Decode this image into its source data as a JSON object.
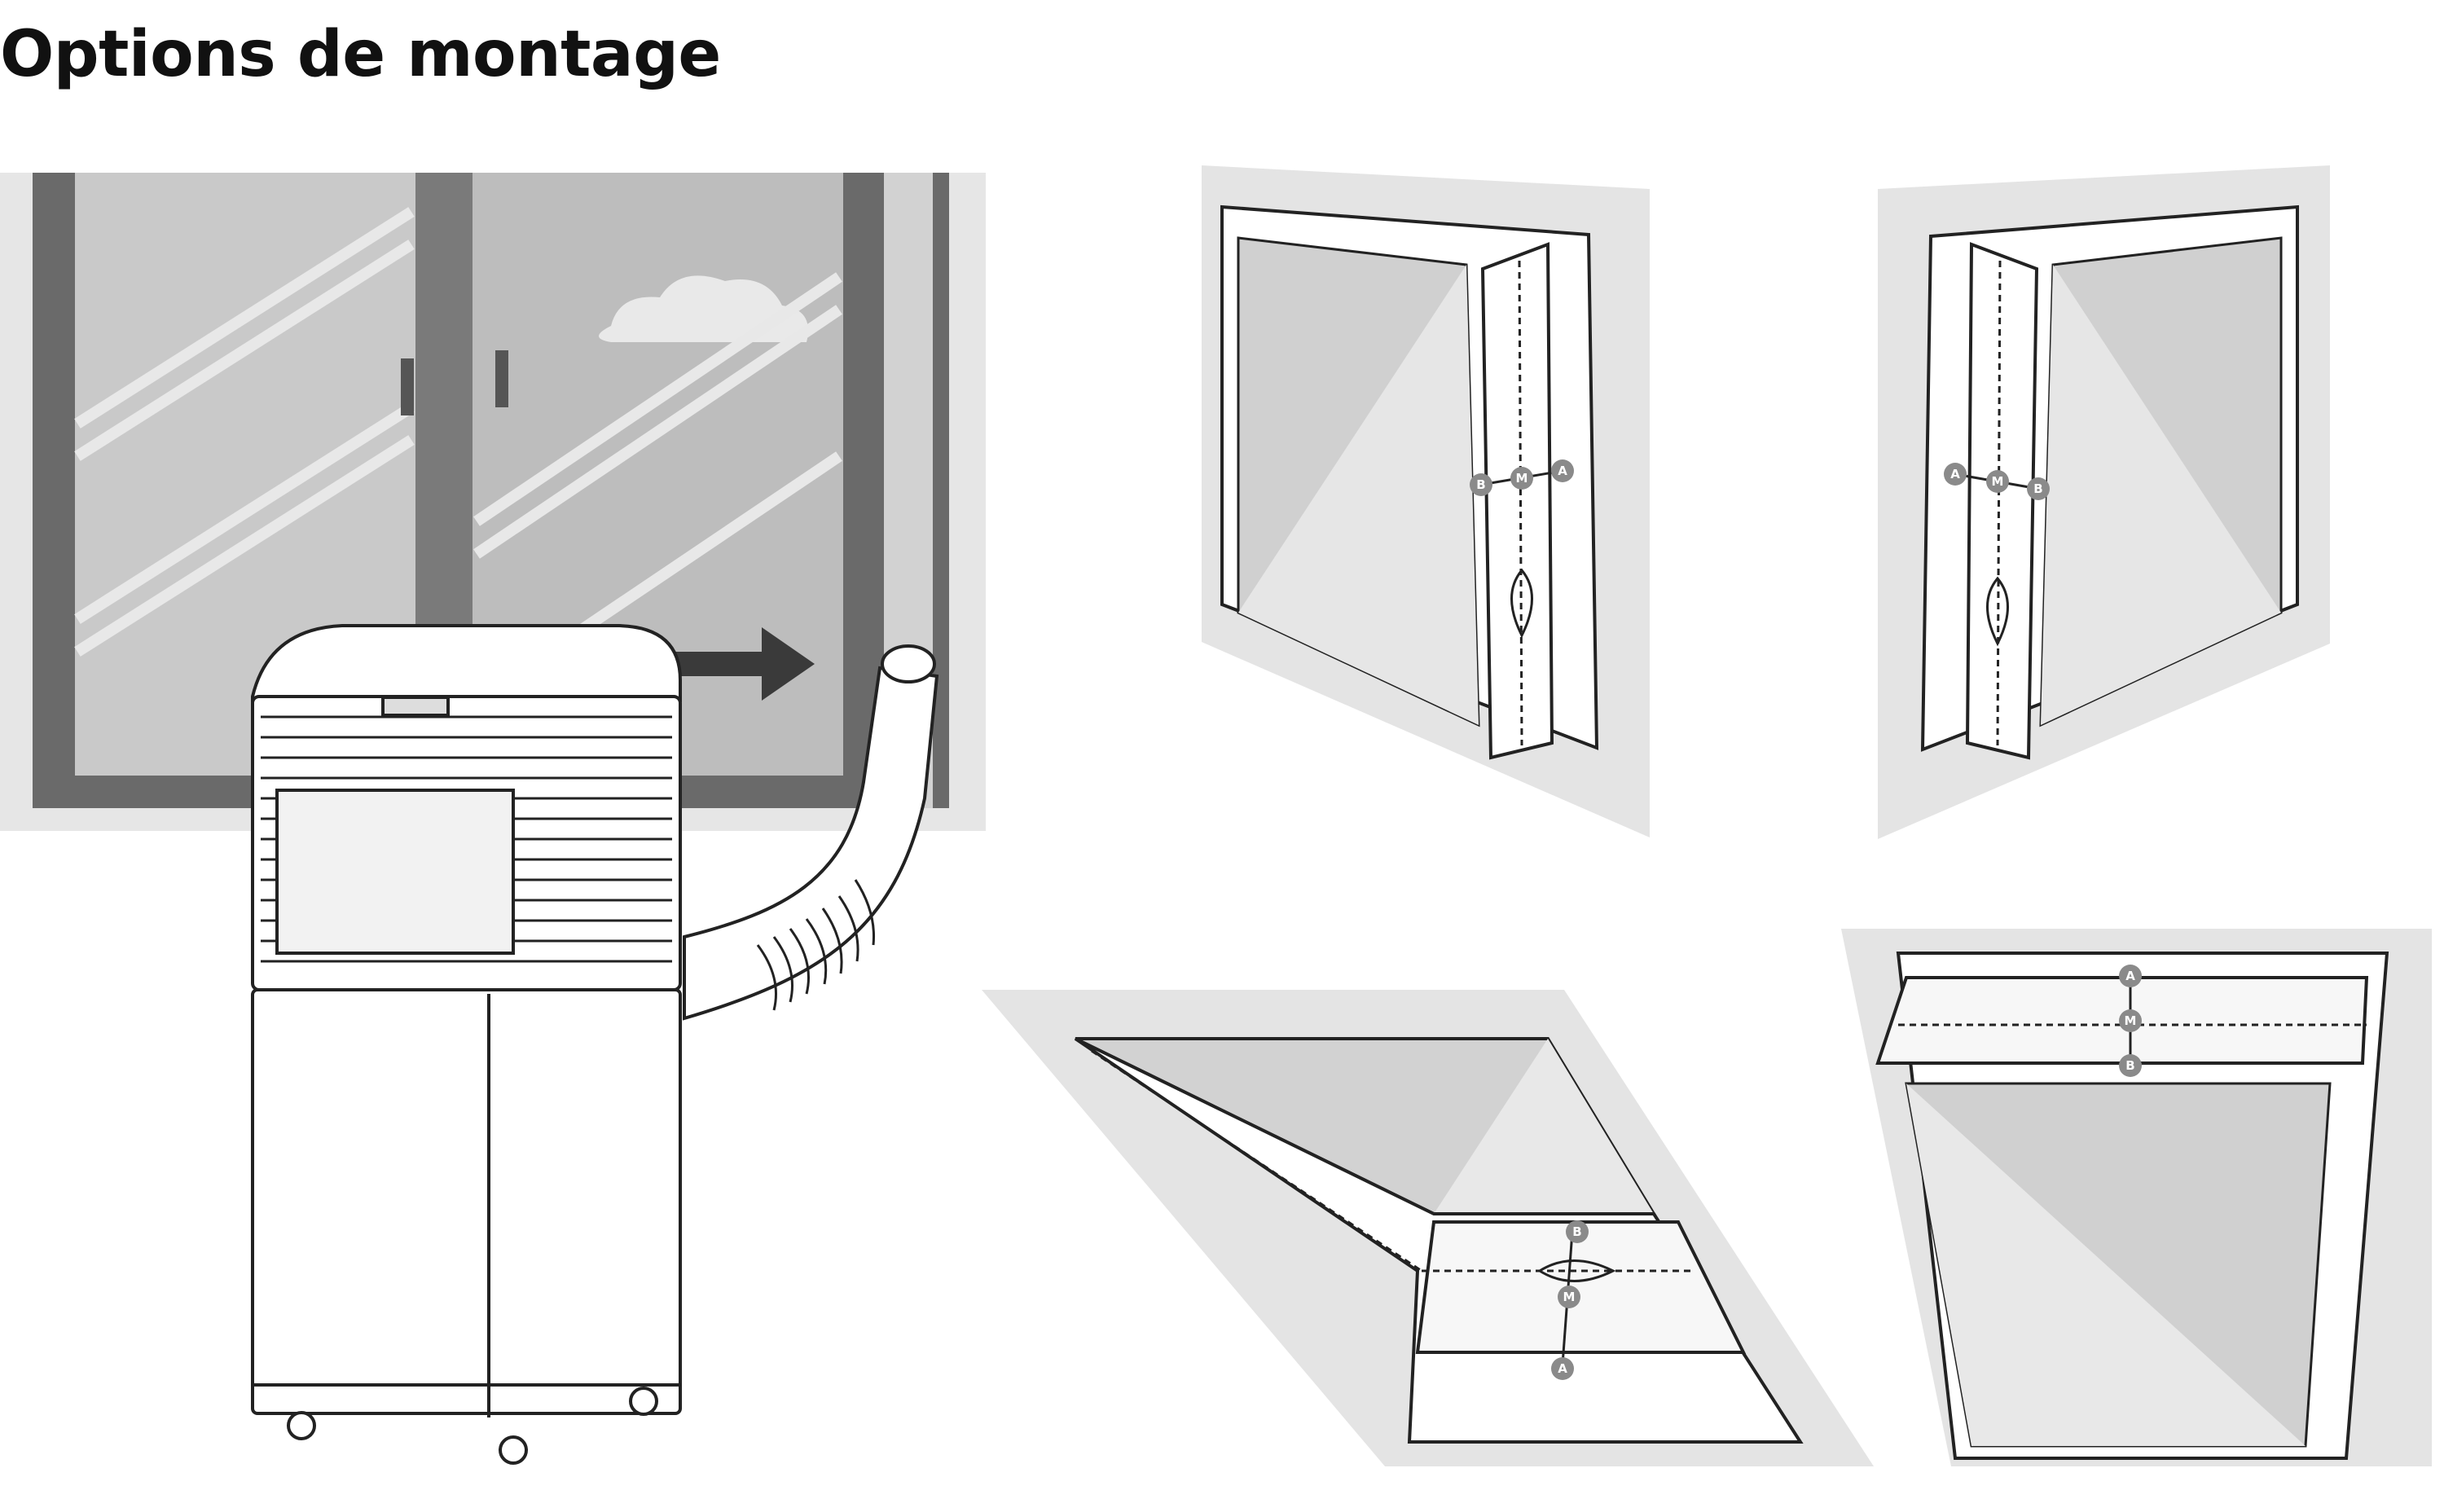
{
  "page": {
    "title": "Options de montage"
  },
  "diagram": {
    "panels": [
      {
        "name": "sliding-window-with-portable-ac"
      },
      {
        "name": "casement-window-hinge-left"
      },
      {
        "name": "casement-window-hinge-right"
      },
      {
        "name": "tilt-window-bottom-hinge"
      },
      {
        "name": "top-hung-window"
      }
    ],
    "seam_labels": {
      "a": "A",
      "m": "M",
      "b": "B"
    },
    "colors": {
      "wall": "#e4e4e4",
      "frame": "#6d6d6d",
      "glass": "#bdbdbd",
      "line": "#222222",
      "badge": "#8a8a8a"
    }
  }
}
